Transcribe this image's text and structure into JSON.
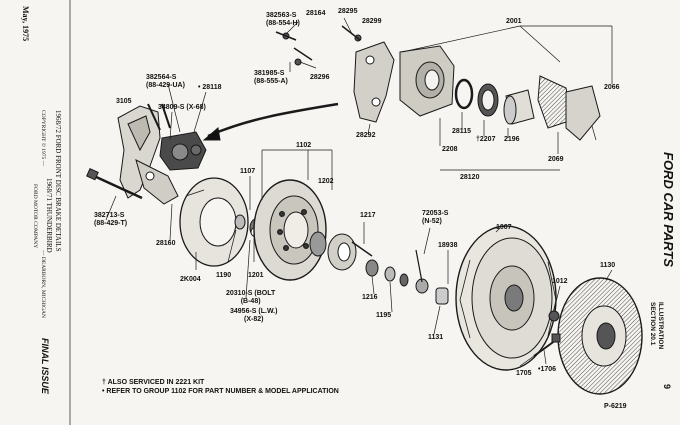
{
  "margin": {
    "date": "May, 1975",
    "title_line1": "1968/72 FORD   FRONT DISC BRAKE DETAILS",
    "title_line2": "1968/71 THUNDERBIRD",
    "copyright": "COPYRIGHT © 1975 —",
    "company": "FORD MOTOR COMPANY",
    "location": "— DEARBORN, MICHIGAN",
    "final_issue": "FINAL ISSUE"
  },
  "brand": {
    "name": "FORD CAR PARTS",
    "illustration": "ILLUSTRATION",
    "section": "SECTION 20.1",
    "page_no": "9"
  },
  "callouts": {
    "c382563": "382563-S",
    "c382563b": "(88-554-H)",
    "c28164": "28164",
    "c28295": "28295",
    "c28299": "28299",
    "c2001": "2001",
    "c381985": "381985-S",
    "c381985b": "(88-555-A)",
    "c28296": "28296",
    "c382564": "382564-S",
    "c382564b": "(88-429-UA)",
    "c28118": "• 28118",
    "c3105": "3105",
    "c34809": "34809-S (X-68)",
    "c28292": "28292",
    "c28115": "28115",
    "c2207": "†2207",
    "c2196": "2196",
    "c2208": "2208",
    "c2066": "2066",
    "c2069": "2069",
    "c28120": "28120",
    "c1102": "1102",
    "c1107": "1107",
    "c1202": "1202",
    "c1217": "1217",
    "c38271": "382713-S",
    "c38271b": "(88-429-T)",
    "c28160": "28160",
    "c2k004": "2K004",
    "c1190": "1190",
    "c1201": "1201",
    "c20310": "20310-S (BOLT",
    "c20310b": "(B-48)",
    "c34956": "34956-S (L.W.)",
    "c34956b": "(X-82)",
    "c72053": "72053-S",
    "c72053b": "(N-52)",
    "c1007": "1007",
    "c18938": "18938",
    "c1216": "1216",
    "c1195": "1195",
    "c1131": "1131",
    "c1012": "1012",
    "c1130": "1130",
    "c1705": "1705",
    "c1706": "•1706"
  },
  "notes": {
    "line1": "† ALSO SERVICED IN 2221 KIT",
    "line2": "• REFER TO GROUP 1102 FOR PART NUMBER & MODEL APPLICATION"
  },
  "figure_no": "P-6219"
}
